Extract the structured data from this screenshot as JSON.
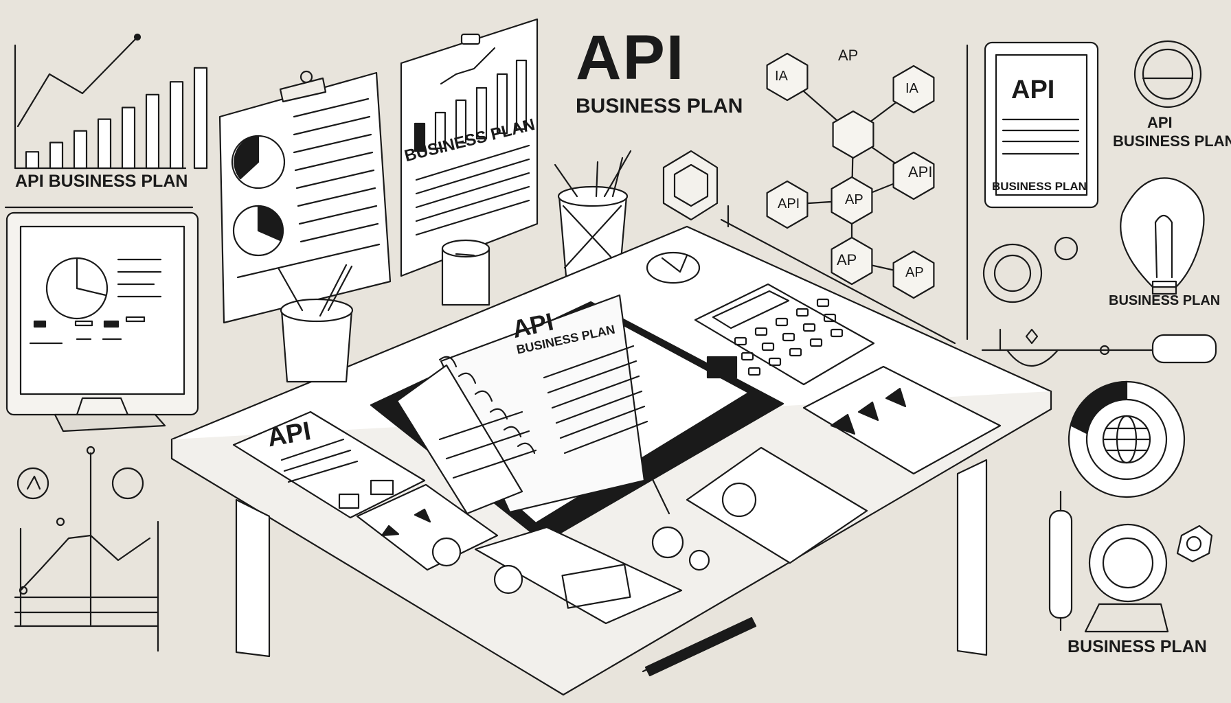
{
  "scene": {
    "colors": {
      "background": "#e8e4dc",
      "ink": "#1a1a1a",
      "paper": "#ffffff",
      "shadow": "#cfcac0"
    },
    "heading": {
      "main": "API",
      "sub": "BUSINESS PLAN"
    },
    "top_left_chart": {
      "label": "API BUSINESS PLAN",
      "bar_levels": [
        0.14,
        0.22,
        0.32,
        0.42,
        0.52,
        0.63,
        0.74,
        0.86
      ]
    },
    "clipboard_sheet": {
      "label": "BUSINESS PLAN"
    },
    "notebook": {
      "title": "API",
      "subtitle": "BUSINESS PLAN"
    },
    "desk_paper": {
      "label": "API"
    },
    "hex_network": {
      "labels": [
        "AP",
        "IA",
        "IA",
        "API",
        "API",
        "AP",
        "AP",
        "AP"
      ]
    },
    "tablet": {
      "title": "API",
      "footer": "BUSINESS PLAN"
    },
    "right_column": {
      "labels": [
        "API",
        "BUSINESS PLAN",
        "BUSINESS PLAN",
        "BUSINESS PLAN"
      ]
    },
    "icons": [
      "line-chart-icon",
      "monitor-icon",
      "pie-chart-icon",
      "clipboard-icon",
      "pencil-cup-icon",
      "coffee-cup-icon",
      "notebook-icon",
      "calculator-icon",
      "compass-icon",
      "hexagon-network-icon",
      "tablet-icon",
      "lightbulb-icon",
      "gear-icon",
      "globe-icon",
      "pen-icon",
      "flowchart-icon"
    ]
  }
}
